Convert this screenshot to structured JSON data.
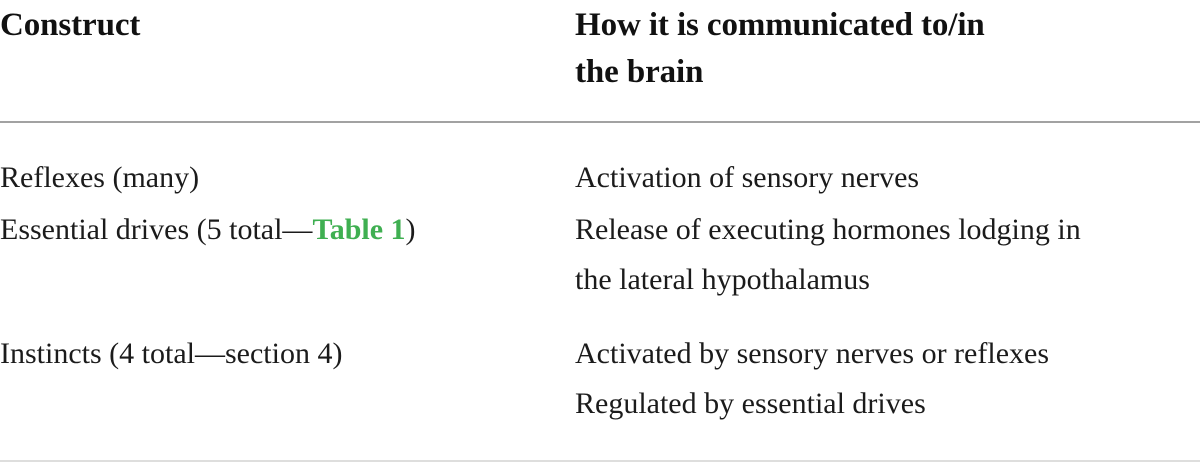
{
  "table": {
    "headers": {
      "construct": "Construct",
      "communication_line1": "How it is communicated to/in",
      "communication_line2": "the brain"
    },
    "rows": [
      {
        "construct_pre": "Reflexes (many)",
        "construct_xref": "",
        "construct_post": "",
        "communication_line1": "Activation of sensory nerves",
        "communication_line2": ""
      },
      {
        "construct_pre": "Essential drives (5 total—",
        "construct_xref": "Table 1",
        "construct_post": ")",
        "communication_line1": "Release of executing hormones lodging in",
        "communication_line2": "the lateral hypothalamus"
      },
      {
        "construct_pre": "Instincts (4 total—section 4)",
        "construct_xref": "",
        "construct_post": "",
        "communication_line1": "Activated by sensory nerves or reflexes",
        "communication_line2": "Regulated by essential drives"
      }
    ],
    "colors": {
      "xref_green": "#3faf51",
      "header_rule": "#a2a2a2",
      "bottom_rule": "#dededd",
      "text": "#1b1b1b"
    }
  }
}
